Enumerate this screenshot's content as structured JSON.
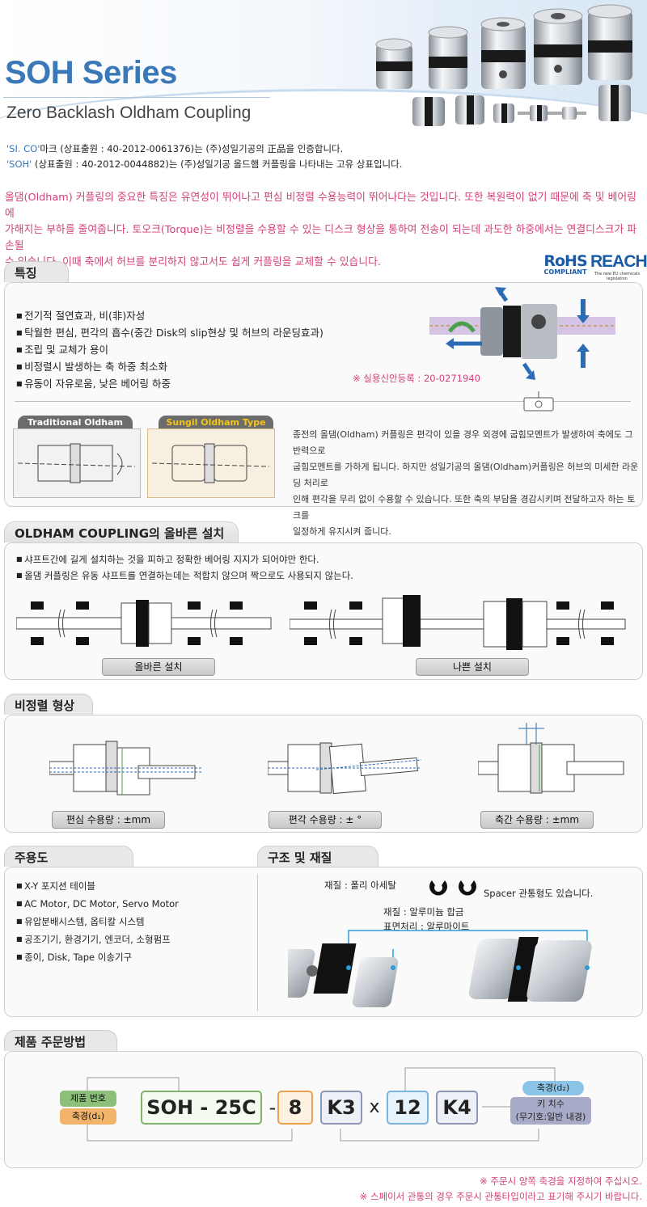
{
  "header": {
    "title": "SOH Series",
    "subtitle": "Zero Backlash Oldham Coupling"
  },
  "trademark": {
    "line1_mark": "'SI. CO'",
    "line1_rest": "마크 (상표출원 : 40-2012-0061376)는 (주)성일기공의 正品을 인증합니다.",
    "line2_mark": "'SOH'",
    "line2_rest": " (상표출원 : 40-2012-0044882)는 (주)성일기공 올드햄 커플링을 나타내는 고유 상표입니다."
  },
  "intro": {
    "line1": "올댐(Oldham) 커플링의 중요한 특징은 유연성이 뛰어나고 편심 비정렬 수용능력이 뛰어나다는 것입니다.  또한 복원력이 없기 때문에 축 및 베어링에",
    "line2": "가해지는 부하를 줄여줍니다. 토오크(Torque)는  비정렬을 수용할 수 있는 디스크 형상을 통하여 전송이 되는데 과도한 하중에서는 연결디스크가 파손될",
    "line3": "수 있습니다. 이때 축에서 허브를 분리하지 않고서도 쉽게 커플링을 교체할 수 있습니다."
  },
  "badges": {
    "rohs": "RoHS",
    "rohs_sub": "COMPLIANT",
    "reach": "REACH",
    "reach_sub": "The new EU chemicals legislation"
  },
  "features": {
    "tab": "특징",
    "items": [
      "전기적 절연효과, 비(非)자성",
      "탁월한 편심, 편각의 흡수(중간 Disk의 slip현상 및 허브의 라운딩효과)",
      "조립 및 교체가 용이",
      "비정렬시 발생하는 축 하중 최소화",
      "유동이 자유로움, 낮은 베어링 하중"
    ],
    "registration": "※ 실용신안등록  : 20-0271940",
    "traditional_label": "Traditional Oldham Type",
    "sungil_label": "Sungil Oldham Type",
    "desc": [
      "종전의 올댐(Oldham) 커플링은 편각이 있을 경우 외경에 굽힘모멘트가 발생하여 축에도 그 반력으로",
      "굽힘모멘트를 가하게 됩니다. 하지만 성일기공의 올댐(Oldham)커플링은 허브의 미세한 라운딩 처리로",
      "인해 편각을 무리 없이 수용할 수 있습니다. 또한 축의 부담을 경감시키며 전달하고자 하는 토크를",
      "일정하게 유지시켜 줍니다."
    ]
  },
  "install": {
    "tab": "OLDHAM COUPLING의 올바른 설치",
    "items": [
      "샤프트간에 길게 설치하는 것을 피하고 정확한 베어링 지지가 되어야만 한다.",
      "올댐 커플링은 유동 샤프트를 연결하는데는 적합치 않으며 짝으로도 사용되지 않는다."
    ],
    "good": "올바른 설치",
    "bad": "나쁜 설치"
  },
  "misalign": {
    "tab": "비정렬 형상",
    "parallel": "편심 수용량 : ±mm",
    "angular": "편각 수용량 : ± °",
    "axial": "축간 수용량 : ±mm"
  },
  "usage": {
    "tab": "주용도",
    "items": [
      "X-Y 포지션 테이블",
      "AC Motor, DC Motor, Servo Motor",
      "유압분배시스템, 옵티칼 시스템",
      "공조기기, 환경기기, 엔코더, 소형펌프",
      "종이, Disk, Tape 이송기구"
    ]
  },
  "structure": {
    "tab": "구조 및 재질",
    "disc_material": "재질 : 폴리 아세탈",
    "spacer": "Spacer 관통형도 있습니다.",
    "hub_material": "재질 : 알루미늄 합금",
    "surface": "표면처리 : 알루마이트"
  },
  "order": {
    "tab": "제품 주문방법",
    "product_no": "제품 번호",
    "d1": "축경(d₁)",
    "model": "SOH - 25C",
    "dash": "-",
    "bore1": "8",
    "key1": "K3",
    "x": "x",
    "bore2": "12",
    "key2": "K4",
    "d2": "축경(d₂)",
    "key_size": "키 치수",
    "key_note": "(무기호:일반 내경)"
  },
  "footnotes": {
    "line1": "※ 주문시 양쪽 축경을 지정하여 주십시오.",
    "line2": "※ 스페이서 관통의 경우 주문시 관통타입이라고 표기해 주시기 바랍니다."
  },
  "colors": {
    "accent_blue": "#3a78b8",
    "pink": "#d4407a",
    "green": "#5a9e4a",
    "orange": "#e89a3c"
  }
}
